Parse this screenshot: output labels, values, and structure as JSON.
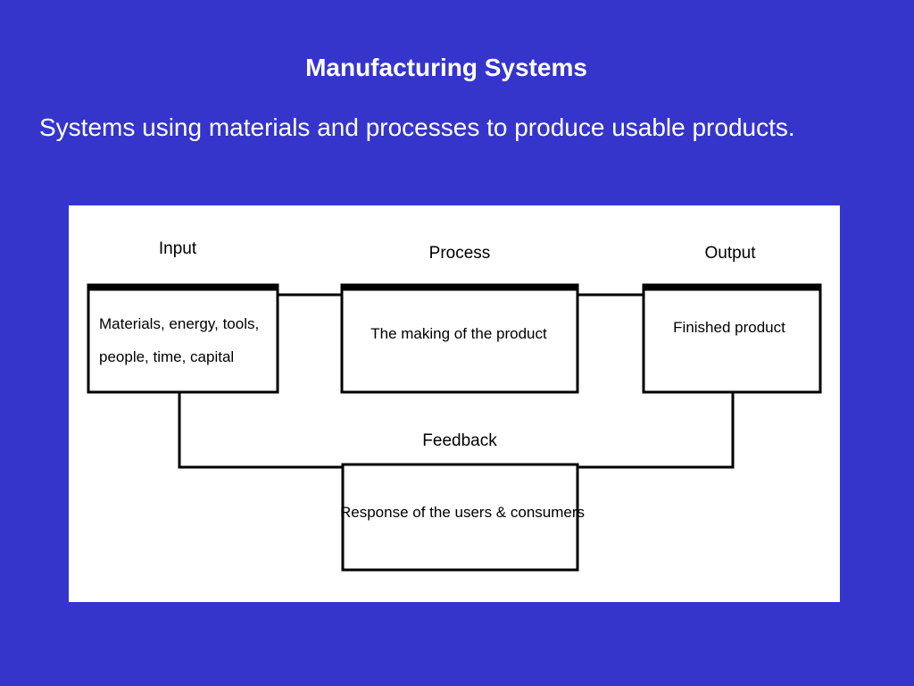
{
  "slide": {
    "title": "Manufacturing Systems",
    "body": "Systems using materials and processes to produce usable products."
  },
  "diagram": {
    "stages": {
      "input": {
        "heading": "Input",
        "lines": [
          "Materials, energy, tools,",
          "people, time, capital"
        ]
      },
      "process": {
        "heading": "Process",
        "lines": [
          "The making of the product"
        ]
      },
      "output": {
        "heading": "Output",
        "lines": [
          "Finished product"
        ]
      },
      "feedback": {
        "heading": "Feedback",
        "lines": [
          "Response of the users & consumers"
        ]
      }
    }
  },
  "colors": {
    "background": "#3535cc",
    "text": "#ffffff",
    "panel": "#ffffff",
    "stroke": "#000000"
  }
}
